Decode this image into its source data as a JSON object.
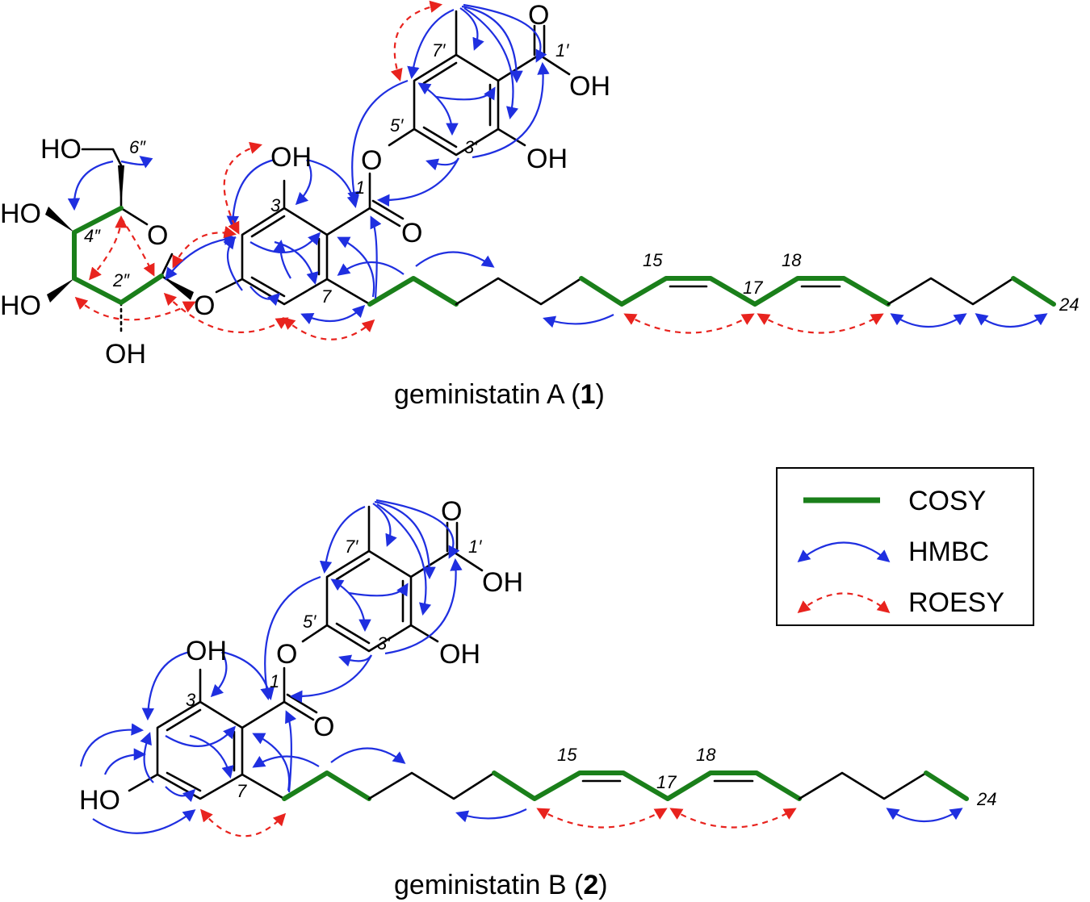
{
  "compounds": [
    {
      "name_text": "geministatin A (",
      "name_bold": "1",
      "name_close": ")",
      "atoms": {
        "oh_3": "OH",
        "o_ester": "O",
        "o_carbonyl": "O",
        "oh_top": "OH",
        "oh_3p": "OH",
        "o_top": "O",
        "o_glyco": "O",
        "o_ring": "O",
        "ho_6pp": "HO",
        "ho_4pp": "HO",
        "ho_3pp": "HO",
        "oh_2pp": "OH"
      },
      "numbers": {
        "n1": "1",
        "n3": "3",
        "n7": "7",
        "n1p": "1′",
        "n3p": "3′",
        "n5p": "5′",
        "n7p": "7′",
        "n15": "15",
        "n17": "17",
        "n18": "18",
        "n24": "24",
        "n2pp": "2″",
        "n4pp": "4″",
        "n6pp": "6″"
      }
    },
    {
      "name_text": "geministatin B (",
      "name_bold": "2",
      "name_close": ")",
      "atoms": {
        "oh_3": "OH",
        "o_ester": "O",
        "o_carbonyl": "O",
        "oh_top": "OH",
        "oh_3p": "OH",
        "o_top": "O",
        "ho_5": "HO"
      },
      "numbers": {
        "n1": "1",
        "n3": "3",
        "n7": "7",
        "n1p": "1′",
        "n3p": "3′",
        "n5p": "5′",
        "n7p": "7′",
        "n15": "15",
        "n17": "17",
        "n18": "18",
        "n24": "24"
      }
    }
  ],
  "legend": {
    "items": [
      {
        "label": "COSY",
        "color": "#1a7f1a",
        "style": "thick-line"
      },
      {
        "label": "HMBC",
        "color": "#1f2fe0",
        "style": "solid-arrow"
      },
      {
        "label": "ROESY",
        "color": "#e8231e",
        "style": "dashed-double-arrow"
      }
    ]
  }
}
